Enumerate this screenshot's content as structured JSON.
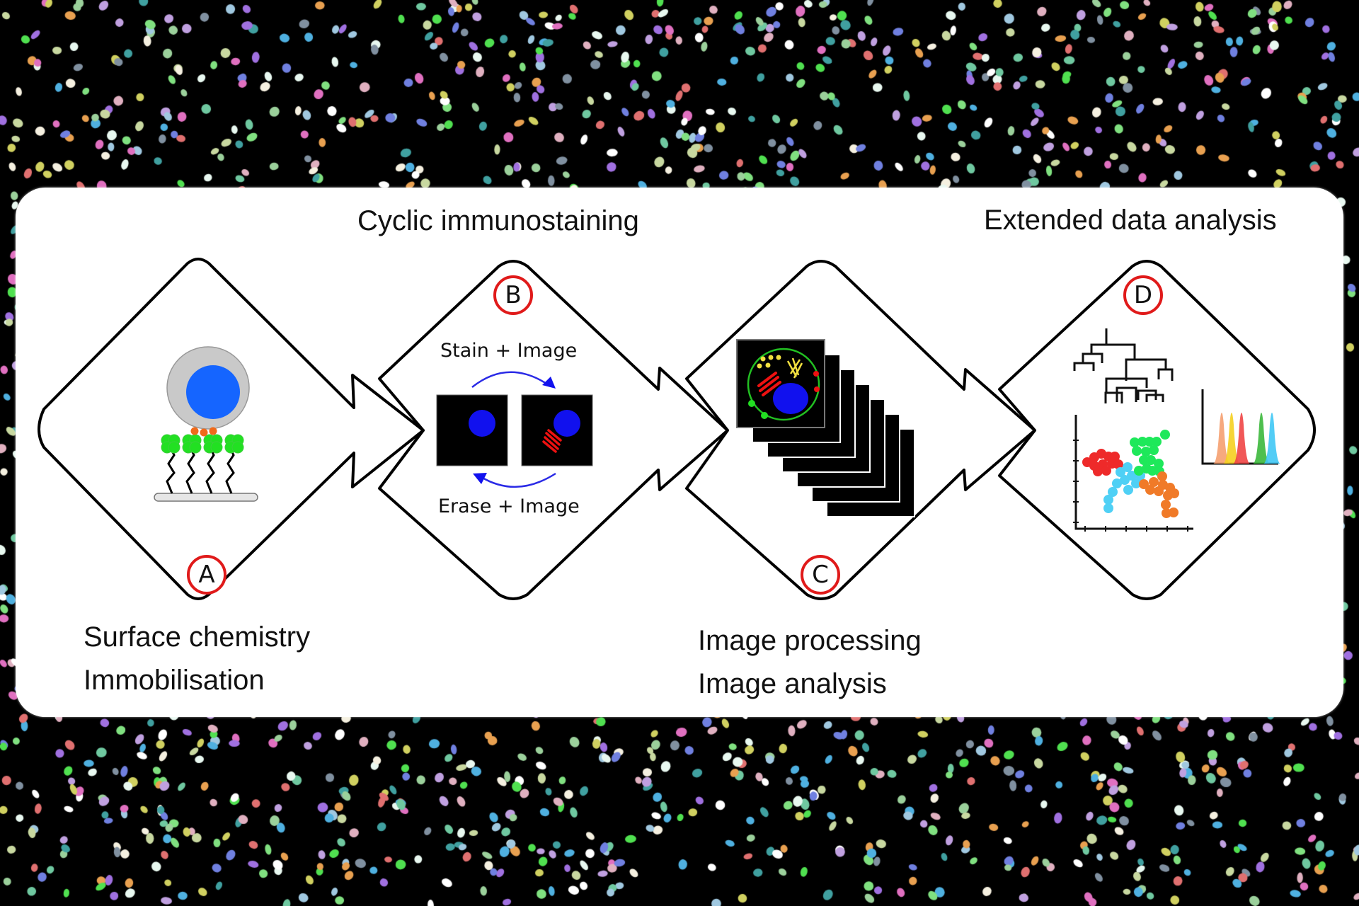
{
  "headings": {
    "cyclic": "Cyclic immunostaining",
    "extended": "Extended data analysis"
  },
  "captions": {
    "a_line1": "Surface chemistry",
    "a_line2": "Immobilisation",
    "c_line1": "Image processing",
    "c_line2": "Image analysis"
  },
  "steps": [
    {
      "id": "A",
      "label": "A",
      "icon": "cell-immobilisation-icon"
    },
    {
      "id": "B",
      "label": "B",
      "icon": "stain-erase-cycle-icon"
    },
    {
      "id": "C",
      "label": "C",
      "icon": "image-stack-icon"
    },
    {
      "id": "D",
      "label": "D",
      "icon": "data-analysis-plots-icon"
    }
  ],
  "cycle": {
    "stain": "Stain + Image",
    "erase": "Erase + Image"
  },
  "colors": {
    "badge_ring": "#e01a1a",
    "nucleus_blue": "#1565ff",
    "antibody_green": "#22e022",
    "ligand_orange": "#f06a1a",
    "stain_red": "#ee1111",
    "arrow_blue": "#2a2ae6"
  }
}
